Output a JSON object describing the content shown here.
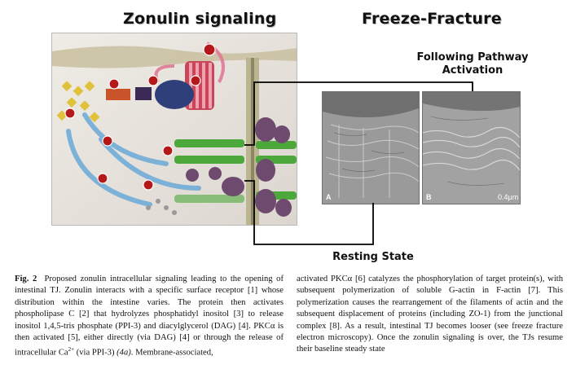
{
  "headings": {
    "left": "Zonulin signaling",
    "right": "Freeze-Fracture"
  },
  "labels": {
    "activation_line1": "Following Pathway",
    "activation_line2": "Activation",
    "resting": "Resting State"
  },
  "micrographs": {
    "panel_a": "A",
    "panel_b": "B",
    "scale": "0.4μm"
  },
  "caption": {
    "fig_label": "Fig. 2",
    "col1": "Proposed zonulin intracellular signaling leading to the opening of intestinal TJ. Zonulin interacts with a specific surface receptor [1] whose distribution within the intestine varies. The protein then activates phospholipase C [2] that hydrolyzes phosphatidyl inositol [3] to release inositol 1,4,5-tris phosphate (PPI-3) and diacylglycerol (DAG) [4]. PKCα is then activated [5], either directly (via DAG) [4] or through the release of intracellular Ca",
    "col1_sup": "2+",
    "col1_tail": " (via PPI-3) ",
    "col1_ref": "(4a)",
    "col1_end": ". Membrane-associated,",
    "col2": "activated PKCα [6] catalyzes the phosphorylation of target protein(s), with subsequent polymerization of soluble G-actin in F-actin [7]. This polymerization causes the rearrangement of the filaments of actin and the subsequent displacement of proteins (including ZO-1) from the junctional complex [8]. As a result, intestinal TJ becomes looser (see freeze fracture electron microscopy). Once the zonulin signaling is over, the TJs resume their baseline steady state"
  },
  "colors": {
    "membrane": "#b7b08a",
    "actin": "#4ca83a",
    "zo1": "#6e4a6e",
    "step_marker": "#b51818",
    "receptor": "#c8455a",
    "phospholipase": "#2f3f7a",
    "dag_box": "#c9542a",
    "arrow": "#6aa9d8",
    "diamond": "#e0c23a",
    "connector": "#000000"
  }
}
